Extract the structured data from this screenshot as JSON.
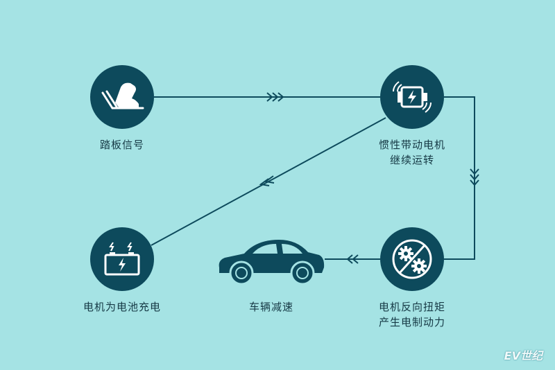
{
  "colors": {
    "background": "#a5e3e4",
    "node_fill": "#0d4a5c",
    "line": "#0d4a5c",
    "label_text": "#163945"
  },
  "nodes": {
    "pedal": {
      "label": "踏板信号",
      "icon": "foot-pedal-icon"
    },
    "motor": {
      "label_line1": "惯性带动电机",
      "label_line2": "继续运转",
      "icon": "motor-bolt-icon"
    },
    "battery": {
      "label": "电机为电池充电",
      "icon": "battery-charge-icon"
    },
    "car": {
      "label": "车辆减速",
      "icon": "car-icon"
    },
    "gears": {
      "label_line1": "电机反向扭矩",
      "label_line2": "产生电制动力",
      "icon": "gears-icon"
    }
  },
  "watermark": "EV世纪"
}
